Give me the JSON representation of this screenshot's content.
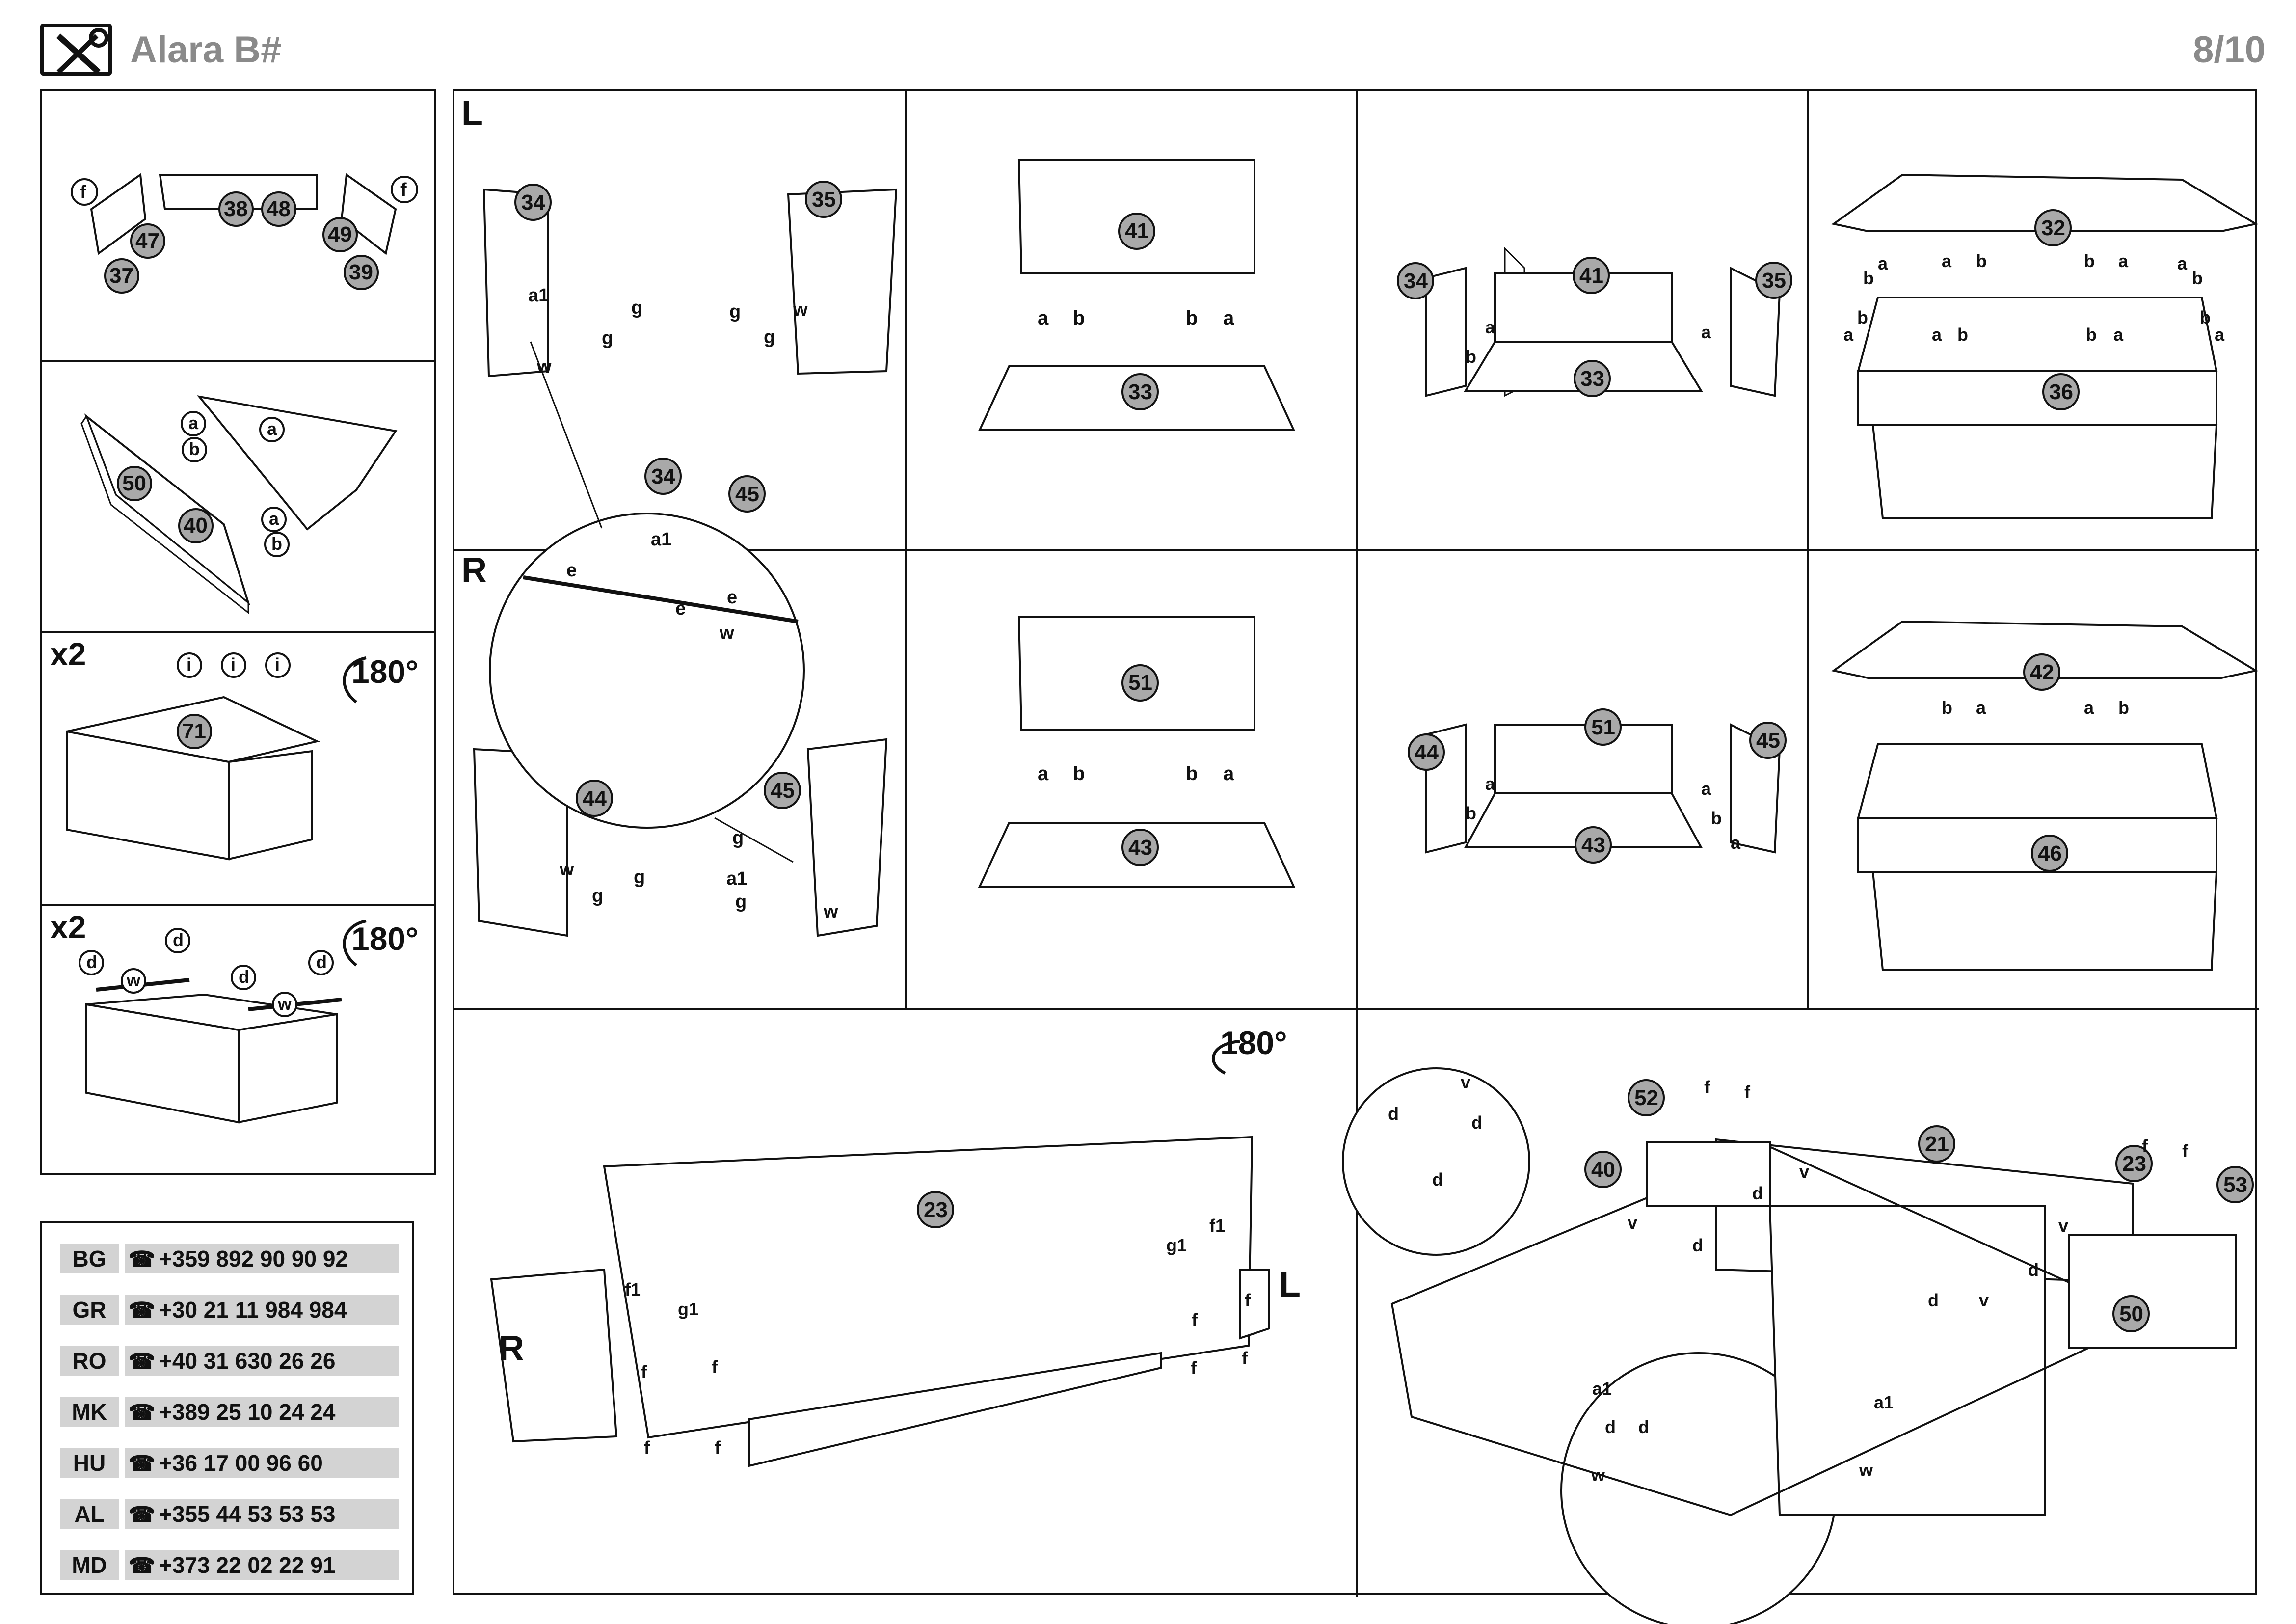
{
  "header": {
    "title": "Alara B#",
    "page": "8/10",
    "logo_icon": "tools-icon"
  },
  "steps": {
    "s1": {
      "parts": [
        "47",
        "37",
        "38",
        "48",
        "49",
        "39"
      ],
      "hardware": [
        "f",
        "f"
      ]
    },
    "s2": {
      "parts": [
        "50",
        "40"
      ],
      "hardware": [
        "a",
        "b",
        "a",
        "a",
        "b"
      ]
    },
    "s3": {
      "multiplier": "x2",
      "rotation": "180°",
      "parts": [
        "71"
      ],
      "hardware": [
        "i",
        "i",
        "i"
      ]
    },
    "s4": {
      "multiplier": "x2",
      "rotation": "180°",
      "hardware": [
        "d",
        "w",
        "d",
        "d",
        "d",
        "w"
      ]
    },
    "s5": {
      "side_left": "L",
      "side_right": "R",
      "parts": [
        "34",
        "35",
        "34",
        "45",
        "44",
        "45"
      ],
      "hardware": [
        "a1",
        "g",
        "g",
        "w",
        "g",
        "w",
        "g",
        "a1",
        "e",
        "e",
        "e",
        "w",
        "g",
        "g",
        "w",
        "g",
        "a1",
        "g",
        "w"
      ]
    },
    "s6": {
      "parts": [
        "41",
        "33",
        "51",
        "43"
      ],
      "hardware": [
        "a",
        "b",
        "b",
        "a",
        "a",
        "b",
        "b",
        "a"
      ]
    },
    "s7": {
      "parts": [
        "34",
        "41",
        "35",
        "33",
        "44",
        "51",
        "45",
        "43"
      ],
      "hardware": [
        "a",
        "b",
        "a",
        "a",
        "b",
        "a",
        "b",
        "a"
      ]
    },
    "s8": {
      "parts": [
        "32",
        "36",
        "42",
        "46"
      ],
      "hardware": [
        "a",
        "b",
        "a",
        "b",
        "b",
        "a",
        "b",
        "a",
        "a",
        "b",
        "a",
        "b",
        "a",
        "b",
        "b",
        "a",
        "b",
        "a",
        "a",
        "b"
      ]
    },
    "s9": {
      "rotation": "180°",
      "parts": [
        "23"
      ],
      "side_left": "L",
      "side_right": "R",
      "hardware": [
        "g1",
        "f1",
        "f1",
        "g1",
        "f",
        "f",
        "f",
        "f",
        "f",
        "f",
        "f",
        "f"
      ]
    },
    "s10": {
      "parts": [
        "23",
        "52",
        "21",
        "40",
        "53",
        "50"
      ],
      "hardware": [
        "v",
        "d",
        "d",
        "d",
        "f",
        "f",
        "v",
        "d",
        "d",
        "v",
        "f",
        "f",
        "v",
        "d",
        "d",
        "v",
        "a1",
        "d",
        "d",
        "a1",
        "w",
        "w"
      ]
    }
  },
  "contacts": [
    {
      "code": "BG",
      "phone": "+359 892 90 90 92"
    },
    {
      "code": "GR",
      "phone": "+30 21 11 984 984"
    },
    {
      "code": "RO",
      "phone": "+40 31 630 26 26"
    },
    {
      "code": "MK",
      "phone": "+389 25 10 24 24"
    },
    {
      "code": "HU",
      "phone": "+36 17 00 96 60"
    },
    {
      "code": "AL",
      "phone": "+355 44 53 53 53"
    },
    {
      "code": "MD",
      "phone": "+373 22 02 22 91"
    }
  ],
  "phone_icon": "phone-icon",
  "colors": {
    "part_badge": "#a9a9a9",
    "ink": "#111111",
    "header_gray": "#8a8a8a",
    "contact_bg": "#d3d3d3"
  }
}
